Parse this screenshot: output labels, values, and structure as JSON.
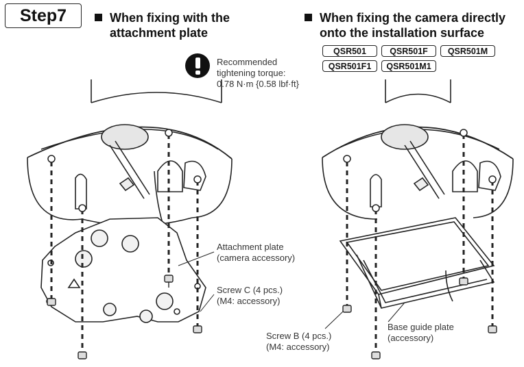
{
  "step_label": "Step7",
  "left_section": {
    "title_line1": "When fixing with the",
    "title_line2": "attachment plate"
  },
  "right_section": {
    "title_line1": "When fixing the camera directly",
    "title_line2": "onto the installation surface",
    "models": [
      "QSR501",
      "QSR501F",
      "QSR501M",
      "QSR501F1",
      "QSR501M1"
    ]
  },
  "torque_note": {
    "line1": "Recommended",
    "line2": "tightening torque:",
    "line3": "0.78 N·m {0.58 lbf·ft}"
  },
  "labels": {
    "attachment_plate_line1": "Attachment plate",
    "attachment_plate_line2": "(camera accessory)",
    "screw_c_line1": "Screw C (4 pcs.)",
    "screw_c_line2": "(M4: accessory)",
    "screw_b_line1": "Screw B (4 pcs.)",
    "screw_b_line2": "(M4: accessory)",
    "base_guide_line1": "Base guide plate",
    "base_guide_line2": "(accessory)"
  },
  "colors": {
    "line": "#222222",
    "background": "#ffffff",
    "shade": "#d9d9d9"
  }
}
